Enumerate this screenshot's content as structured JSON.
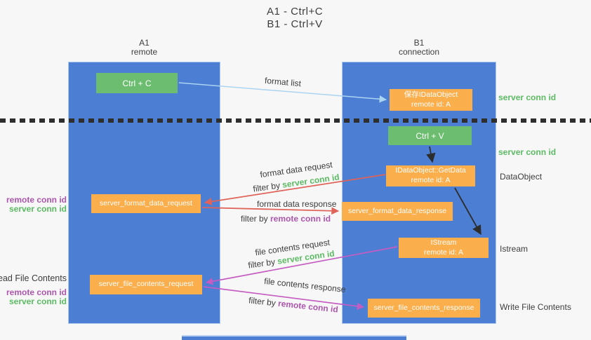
{
  "title": {
    "line1": "A1 - Ctrl+C",
    "line2": "B1 - Ctrl+V"
  },
  "lane_a": {
    "name": "A1",
    "subtitle": "remote"
  },
  "lane_b": {
    "name": "B1",
    "subtitle": "connection"
  },
  "nodes": {
    "ctrl_c": "Ctrl + C",
    "ctrl_v": "Ctrl + V",
    "save_idataobject": {
      "line1": "保存IDataObject",
      "line2": "remote id: A"
    },
    "getdata": {
      "line1": "IDataObject::GetData",
      "line2": "remote id: A"
    },
    "istream": {
      "line1": "IStream",
      "line2": "remote id: A"
    },
    "server_format_data_request": "server_format_data_request",
    "server_format_data_response": "server_format_data_response",
    "server_file_contents_request": "server_file_contents_request",
    "server_file_contents_response": "server_file_contents_response"
  },
  "edge_labels": {
    "format_list": "format list",
    "format_data_request": "format data request",
    "format_data_response": "format data response",
    "file_contents_request": "file contents request",
    "file_contents_response": "file contents response",
    "filter_by": "filter by ",
    "server_conn_id": "server conn id",
    "remote_conn_id": "remote conn id"
  },
  "side_labels": {
    "server_conn_id_right_top": "server conn id",
    "server_conn_id_right_mid": "server conn id",
    "dataobject": "DataObject",
    "istream": "Istream",
    "write_file_contents": "Write File Contents",
    "read_file_contents": "Read File Contents",
    "remote_conn_id_left_top": "remote conn id",
    "server_conn_id_left_top": "server conn id",
    "remote_conn_id_left_bottom": "remote conn id",
    "server_conn_id_left_bottom": "server conn id"
  },
  "colors": {
    "lane_blue": "#4c7ed3",
    "box_orange": "#fbae4c",
    "box_green": "#6cbd70",
    "text_green": "#5bbb63",
    "text_purple": "#ad56ad",
    "arrow_red": "#e0635a",
    "arrow_magenta": "#c55cc2",
    "arrow_blue": "#aad4f2",
    "arrow_black": "#2d2d2d",
    "text_dark": "#3d3d3d"
  }
}
